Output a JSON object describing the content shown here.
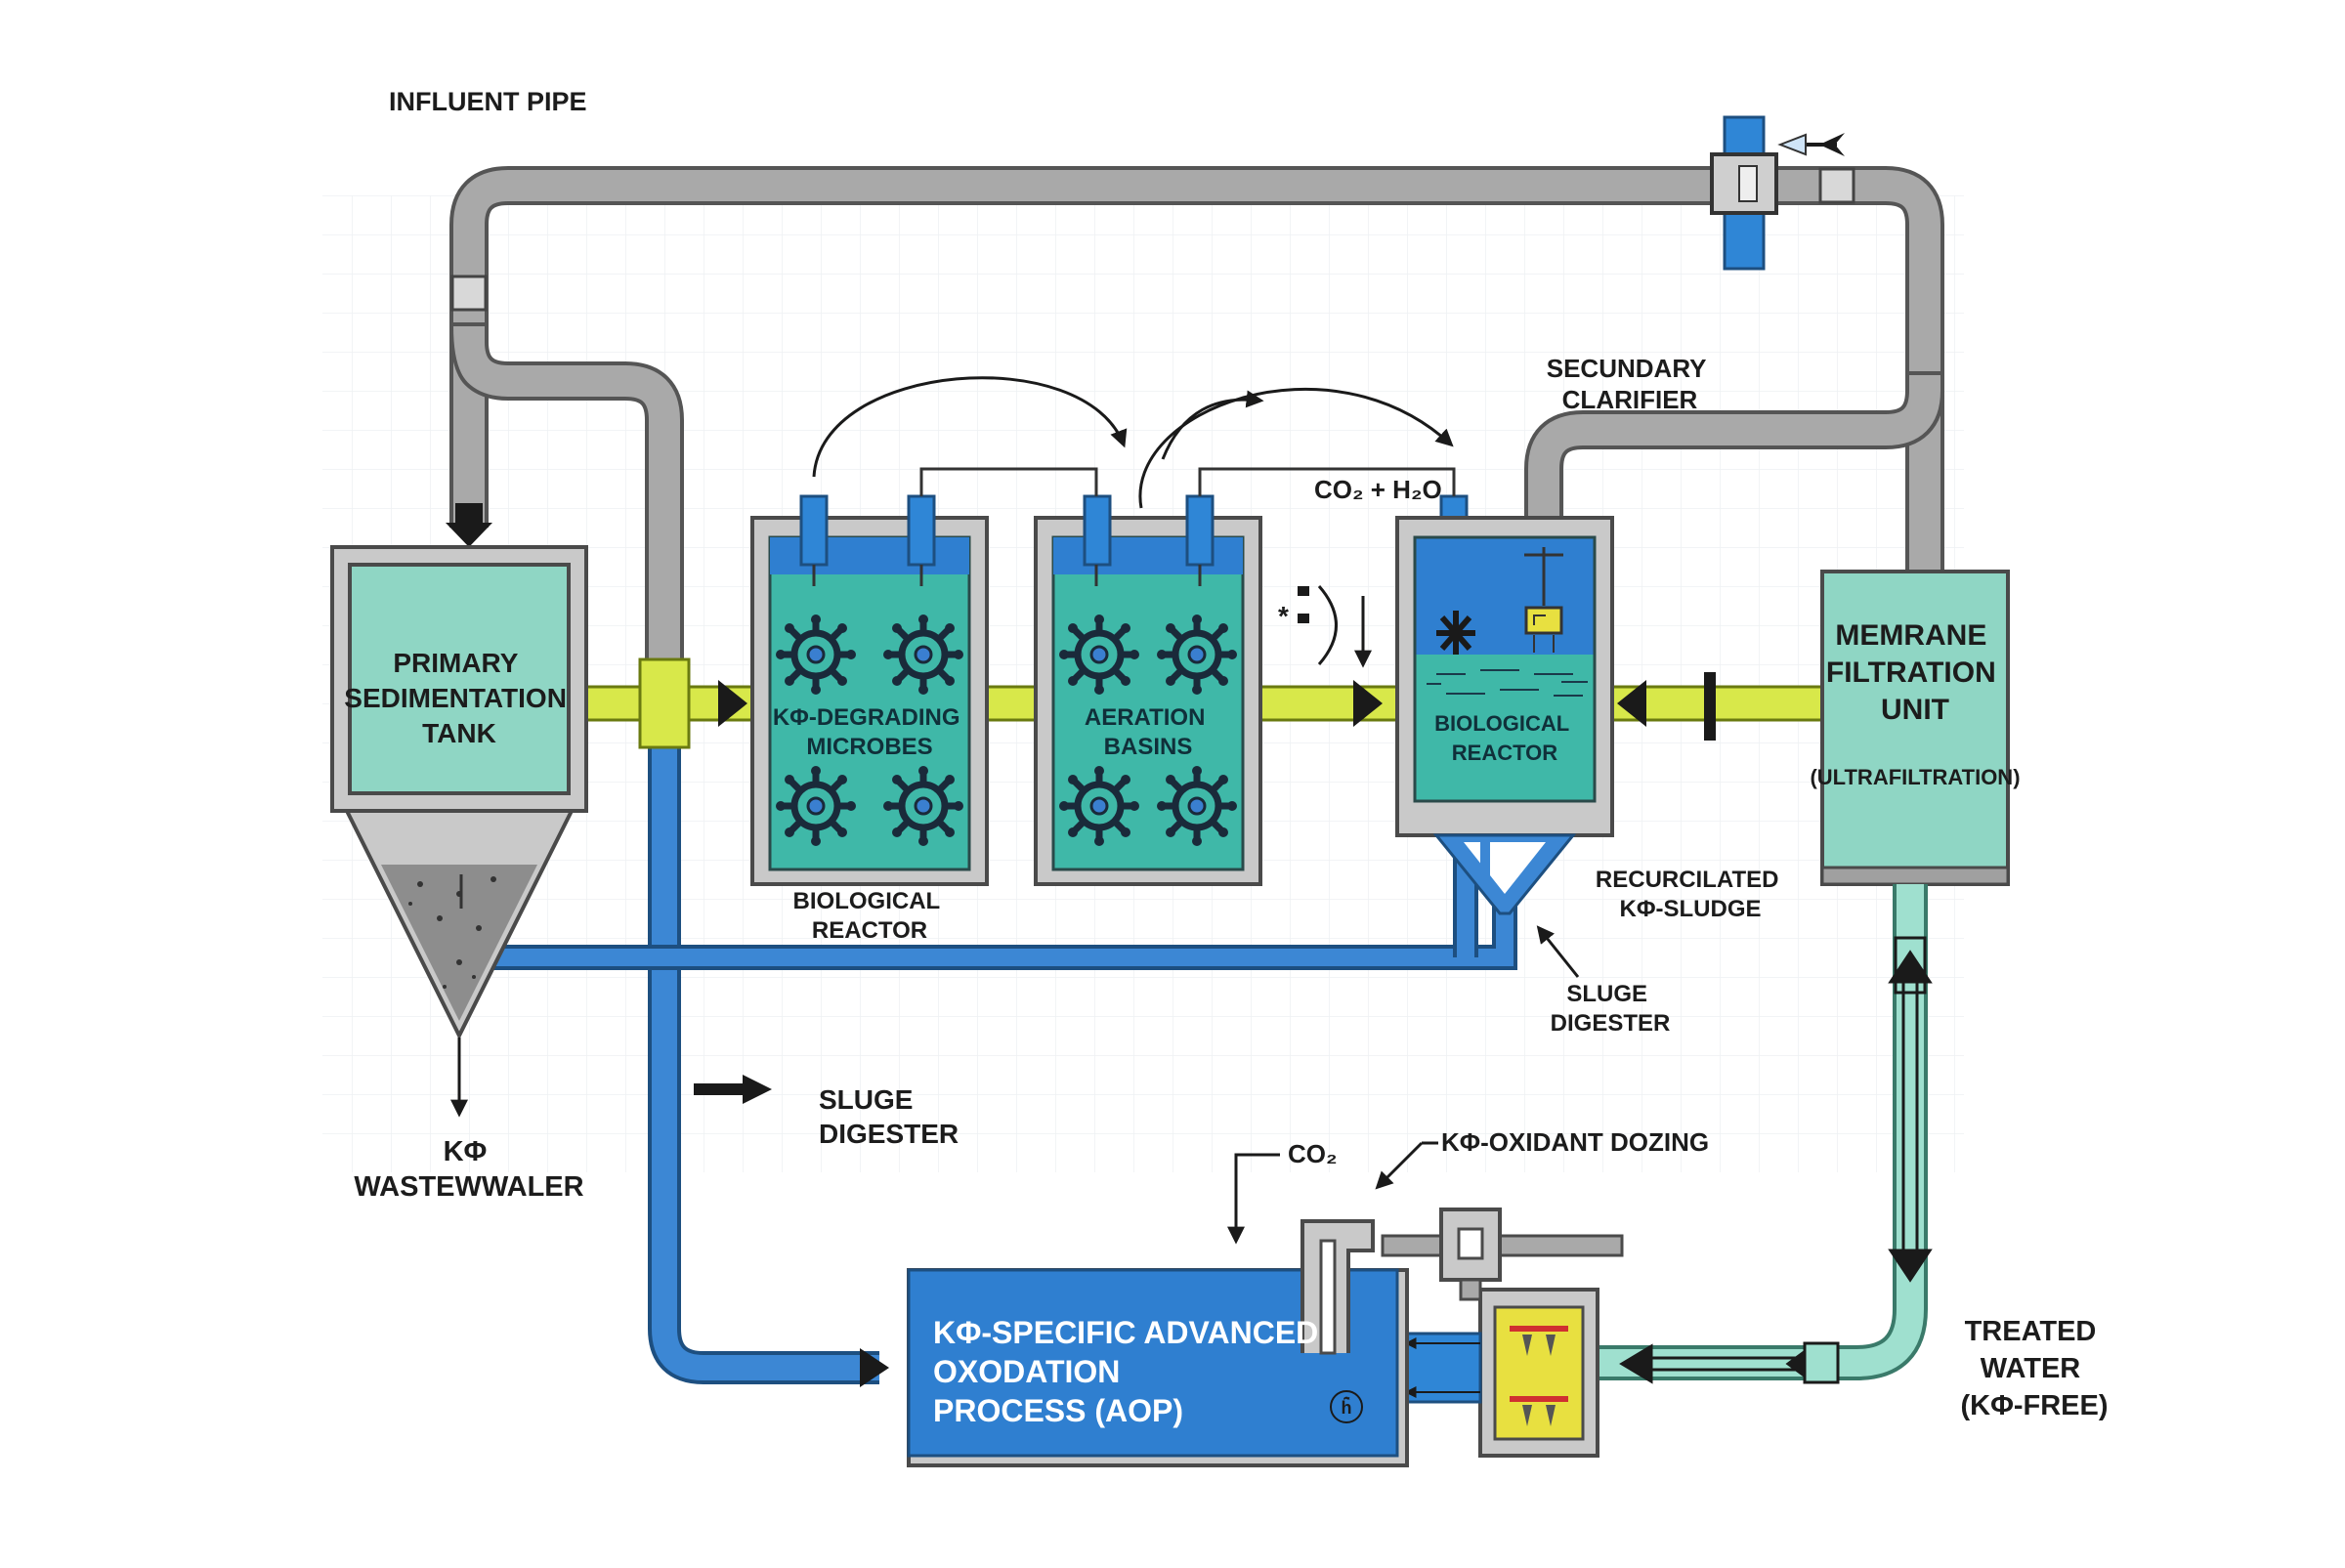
{
  "labels": {
    "influent_pipe": "INFLUENT PIPE",
    "secondary_clarifier": [
      "SECUNDARY",
      "CLARIFIER"
    ],
    "co2_h2o": "CO₂ + H₂O",
    "primary_tank": [
      "PRIMARY",
      "SEDIMENTATION",
      "TANK"
    ],
    "microbes": [
      "KΦ-DEGRADING",
      "MICROBES"
    ],
    "aeration": [
      "AERATION",
      "BASINS"
    ],
    "bio_reactor_inside": [
      "BIOLOGICAL",
      "REACTOR"
    ],
    "bio_reactor_below": [
      "BIOLOGICAL",
      "REACTOR"
    ],
    "membrane": [
      "MEMRANE",
      "FILTRATION",
      "UNIT"
    ],
    "ultrafiltration": "(ULTRAFILTRATION)",
    "recirculated": [
      "RECURCILATED",
      "KΦ-SLUDGE"
    ],
    "sludge_digester_right": [
      "SLUGE",
      "DIGESTER"
    ],
    "sludge_digester_mid": [
      "SLUGE",
      "DIGESTER"
    ],
    "kf_wastewater": [
      "KΦ",
      "WASTEWWALER"
    ],
    "co2": "CO₂",
    "oxidant_dosing": "KΦ-OXIDANT DOZING",
    "aop": [
      "KΦ-SPECIFIC ADVANCED",
      "OXODATION",
      "PROCESS (AOP)"
    ],
    "treated_water": [
      "TREATED",
      "WATER",
      "(KΦ-FREE)"
    ],
    "mark_star": "*",
    "aop_symbol": "ĥ̃"
  },
  "colors": {
    "pipe_gray": "#a9a9a9",
    "pipe_blue": "#3c87d4",
    "pipe_yellow": "#d8e84a",
    "pipe_mint": "#9fe0cf",
    "tank_teal": "#3fb8a8",
    "tank_mint": "#8fd6c4",
    "water_blue": "#2f7fd0",
    "frame_gray": "#c9c9c9"
  }
}
